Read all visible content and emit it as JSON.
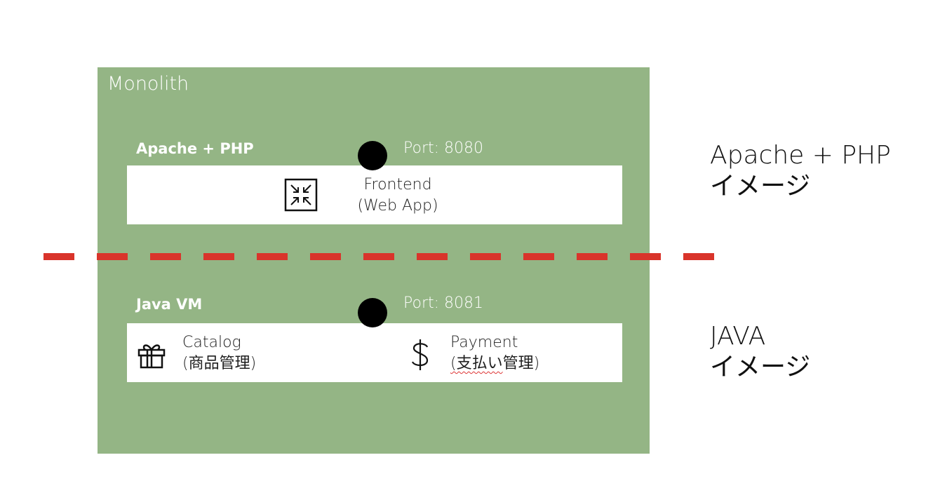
{
  "monolith": {
    "title": "Monolith"
  },
  "frontend_section": {
    "runtime_label": "Apache + PHP",
    "port_label": "Port: 8080",
    "service": {
      "icon": "arrows-collapse-icon",
      "name": "Frontend",
      "detail": "(Web App)"
    }
  },
  "backend_section": {
    "runtime_label": "Java VM",
    "port_label": "Port: 8081",
    "services": [
      {
        "icon": "gift-icon",
        "name": "Catalog",
        "detail": "(商品管理)"
      },
      {
        "icon": "dollar-icon",
        "name": "Payment",
        "detail_marked": "(支払い",
        "detail_rest": "管理)"
      }
    ]
  },
  "image_labels": {
    "top": {
      "line1": "Apache + PHP",
      "line2": "イメージ"
    },
    "bottom": {
      "line1": "JAVA",
      "line2": "イメージ"
    }
  },
  "colors": {
    "monolith_fill": "#94b585",
    "divider": "#d9342b",
    "port_dot": "#000000"
  }
}
